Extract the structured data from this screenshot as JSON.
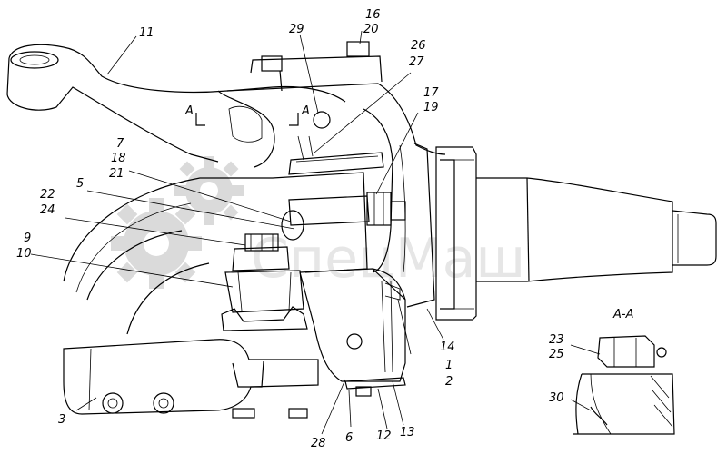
{
  "callouts": [
    {
      "id": "c11",
      "text": "11"
    },
    {
      "id": "c29",
      "text": "29"
    },
    {
      "id": "c16",
      "text": "16"
    },
    {
      "id": "c20",
      "text": "20"
    },
    {
      "id": "c26",
      "text": "26"
    },
    {
      "id": "c27",
      "text": "27"
    },
    {
      "id": "c17",
      "text": "17"
    },
    {
      "id": "c19",
      "text": "19"
    },
    {
      "id": "c7",
      "text": "7"
    },
    {
      "id": "c18",
      "text": "18"
    },
    {
      "id": "c21",
      "text": "21"
    },
    {
      "id": "c5",
      "text": "5"
    },
    {
      "id": "c22",
      "text": "22"
    },
    {
      "id": "c24",
      "text": "24"
    },
    {
      "id": "c9",
      "text": "9"
    },
    {
      "id": "c10",
      "text": "10"
    },
    {
      "id": "c14",
      "text": "14"
    },
    {
      "id": "c1",
      "text": "1"
    },
    {
      "id": "c2",
      "text": "2"
    },
    {
      "id": "c3",
      "text": "3"
    },
    {
      "id": "c28",
      "text": "28"
    },
    {
      "id": "c6",
      "text": "6"
    },
    {
      "id": "c12",
      "text": "12"
    },
    {
      "id": "c13",
      "text": "13"
    },
    {
      "id": "c23",
      "text": "23"
    },
    {
      "id": "c25",
      "text": "25"
    },
    {
      "id": "c30",
      "text": "30"
    }
  ],
  "section_marks": {
    "left": "A",
    "right": "A",
    "detail_title": "A-A"
  },
  "watermark": "СпецМаш"
}
